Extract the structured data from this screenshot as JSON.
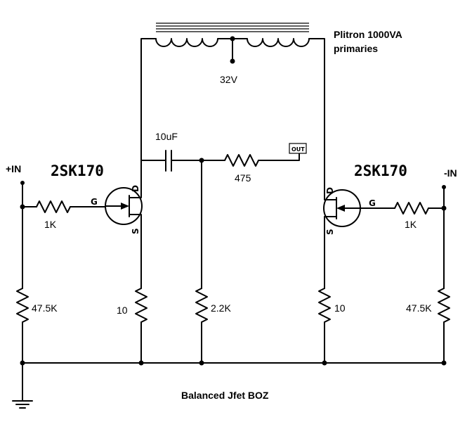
{
  "transformer": {
    "label_line1": "Plitron 1000VA",
    "label_line2": "primaries",
    "tap_label": "32V"
  },
  "left": {
    "input_label": "+IN",
    "part_label": "2SK170",
    "gate_resistor": "1K",
    "input_resistor": "47.5K",
    "source_resistor": "10",
    "pin_g": "G",
    "pin_d": "D",
    "pin_s": "S"
  },
  "right": {
    "input_label": "-IN",
    "part_label": "2SK170",
    "gate_resistor": "1K",
    "input_resistor": "47.5K",
    "source_resistor": "10",
    "pin_g": "G",
    "pin_d": "D",
    "pin_s": "S"
  },
  "output": {
    "cap_label": "10uF",
    "series_resistor": "475",
    "shunt_resistor": "2.2K",
    "port_label": "OUT"
  },
  "caption": "Balanced Jfet BOZ"
}
